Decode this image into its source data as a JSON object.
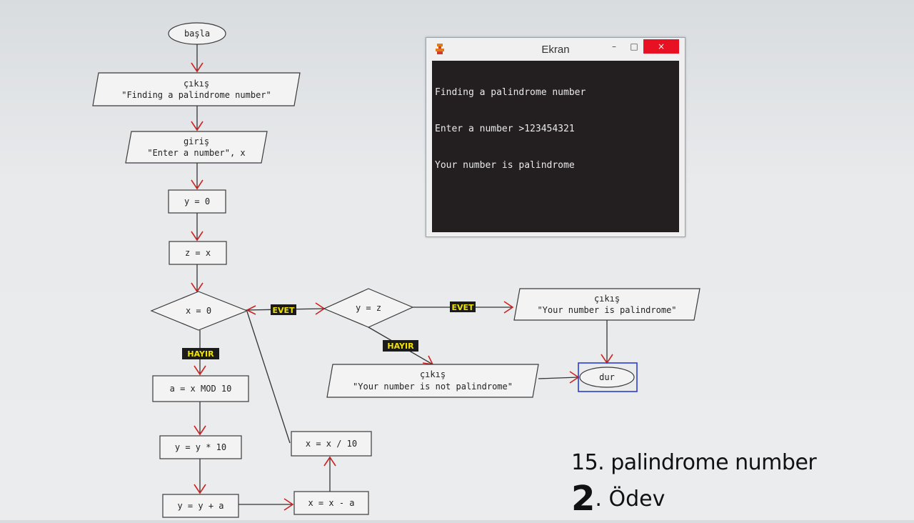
{
  "flowchart": {
    "start": "başla",
    "out1": {
      "kw": "çıkış",
      "text": "\"Finding a palindrome number\""
    },
    "in1": {
      "kw": "giriş",
      "text": "\"Enter a number\", x"
    },
    "y0": "y = 0",
    "zx": "z = x",
    "cond_x0": "x = 0",
    "cond_yz": "y = z",
    "out_pal": {
      "kw": "çıkış",
      "text": "\"Your number is palindrome\""
    },
    "out_notpal": {
      "kw": "çıkış",
      "text": "\"Your number is not palindrome\""
    },
    "stop": "dur",
    "a_mod": "a = x MOD 10",
    "y_mul": "y = y * 10",
    "y_add": "y = y + a",
    "x_sub": "x = x - a",
    "x_div": "x = x / 10",
    "labels": {
      "evet1": "EVET",
      "evet2": "EVET",
      "hayir1": "HAYIR",
      "hayir2": "HAYIR"
    }
  },
  "ekran": {
    "title": "Ekran",
    "close_glyph": "×",
    "min_glyph": "–",
    "max_glyph": "□",
    "lines": [
      "Finding a palindrome number",
      "Enter a number >123454321",
      "Your number is palindrome"
    ]
  },
  "notes": {
    "line1": "15. palindrome number",
    "line2_big": "2",
    "line2_rest": ". Ödev"
  },
  "colors": {
    "arrow": "#cc2222",
    "tag_text": "#f2e200",
    "stop_border": "#2a3fd0",
    "close": "#e81123"
  }
}
